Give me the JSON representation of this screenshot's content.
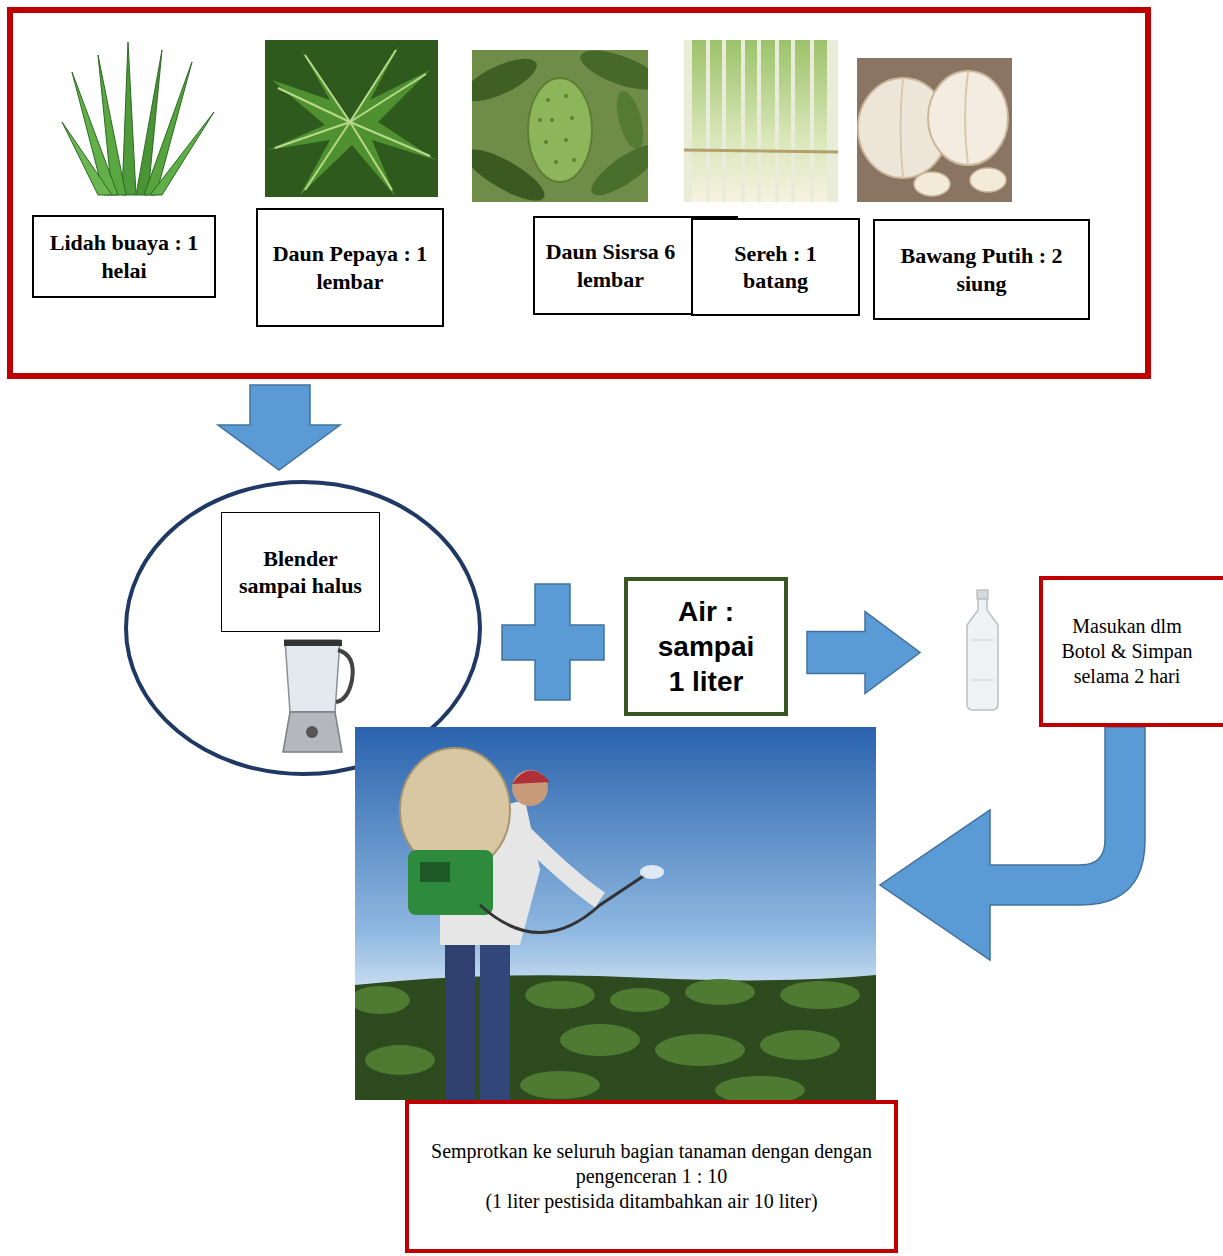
{
  "diagram": {
    "nodes": [
      {
        "text": [
          "Lidah buaya : 1 helai"
        ]
      },
      {
        "text": [
          "Daun Pepaya : 1 lembar"
        ]
      },
      {
        "text": [
          "Daun Sisrsa 6 lembar"
        ]
      },
      {
        "text": [
          "Sereh : 1 batang"
        ]
      },
      {
        "text": [
          "Bawang Putih : 2 siung"
        ]
      },
      {
        "text": [
          "Blender sampai halus"
        ]
      },
      {
        "text": [
          "Air : sampai 1 liter"
        ]
      },
      {
        "text": [
          "Masukan dlm Botol & Simpan selama 2 hari"
        ]
      },
      {
        "text": [
          "Semprotkan ke seluruh bagian tanaman dengan dengan pengenceran 1 : 10",
          "(1 liter pestisida ditambahkan air 10 liter)"
        ]
      }
    ],
    "edges": [
      {
        "from": 6,
        "to": 7,
        "arrow": "to"
      },
      {
        "from": 7,
        "to": 8,
        "arrow": "to"
      }
    ]
  }
}
